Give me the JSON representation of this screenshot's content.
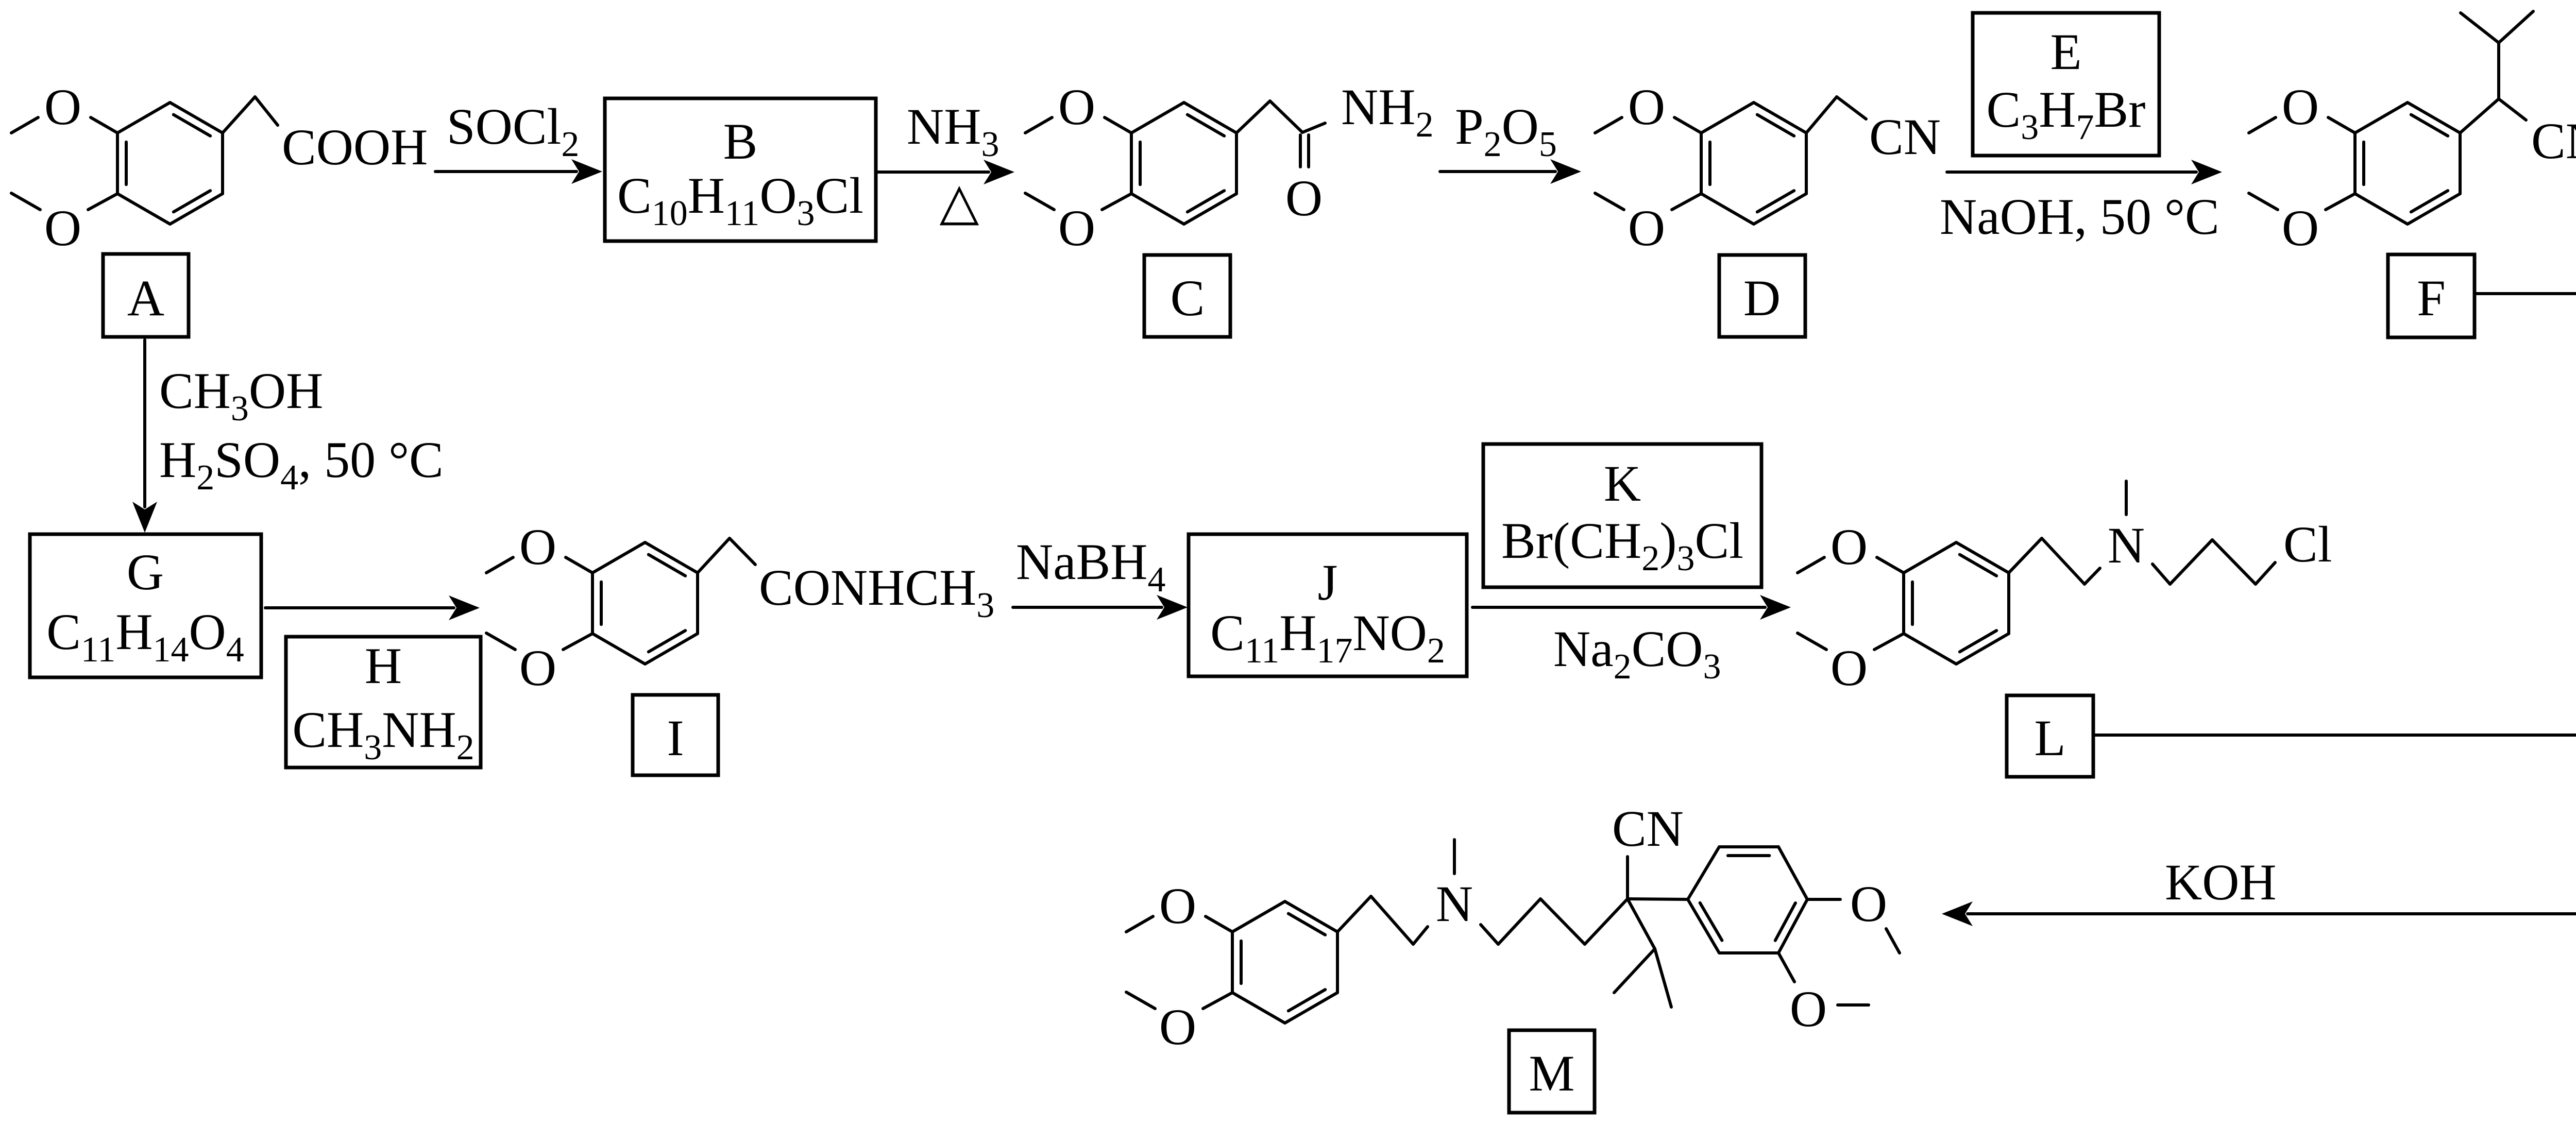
{
  "atoms": {
    "oxygen": "O"
  },
  "compounds": {
    "A": {
      "label": "A",
      "group": "COOH"
    },
    "B": {
      "label": "B",
      "formula": "C10H11O3Cl"
    },
    "C": {
      "label": "C",
      "amine": "NH2",
      "carbonyl_o": "O"
    },
    "D": {
      "label": "D",
      "group": "CN"
    },
    "E": {
      "label": "E",
      "formula": "C3H7Br"
    },
    "F": {
      "label": "F",
      "group": "CN"
    },
    "G": {
      "label": "G",
      "formula": "C11H14O4"
    },
    "H": {
      "label": "H",
      "formula": "CH3NH2"
    },
    "I": {
      "label": "I",
      "group": "CONHCH3"
    },
    "J": {
      "label": "J",
      "formula": "C11H17NO2"
    },
    "K": {
      "label": "K",
      "formula": "Br(CH2)3Cl"
    },
    "L": {
      "label": "L",
      "nitrogen": "N",
      "chlorine": "Cl"
    },
    "M": {
      "label": "M",
      "nitrogen": "N",
      "nitrile": "CN"
    }
  },
  "reagents": {
    "a_to_b": "SOCl2",
    "b_to_c_top": "NH3",
    "b_to_c_bottom": "△",
    "c_to_d": "P2O5",
    "d_to_f_bottom": "NaOH, 50 °C",
    "a_to_g_line1": "CH3OH",
    "a_to_g_line2": "H2SO4, 50 °C",
    "i_to_j": "NaBH4",
    "j_to_l_bottom": "Na2CO3",
    "to_m": "KOH"
  }
}
